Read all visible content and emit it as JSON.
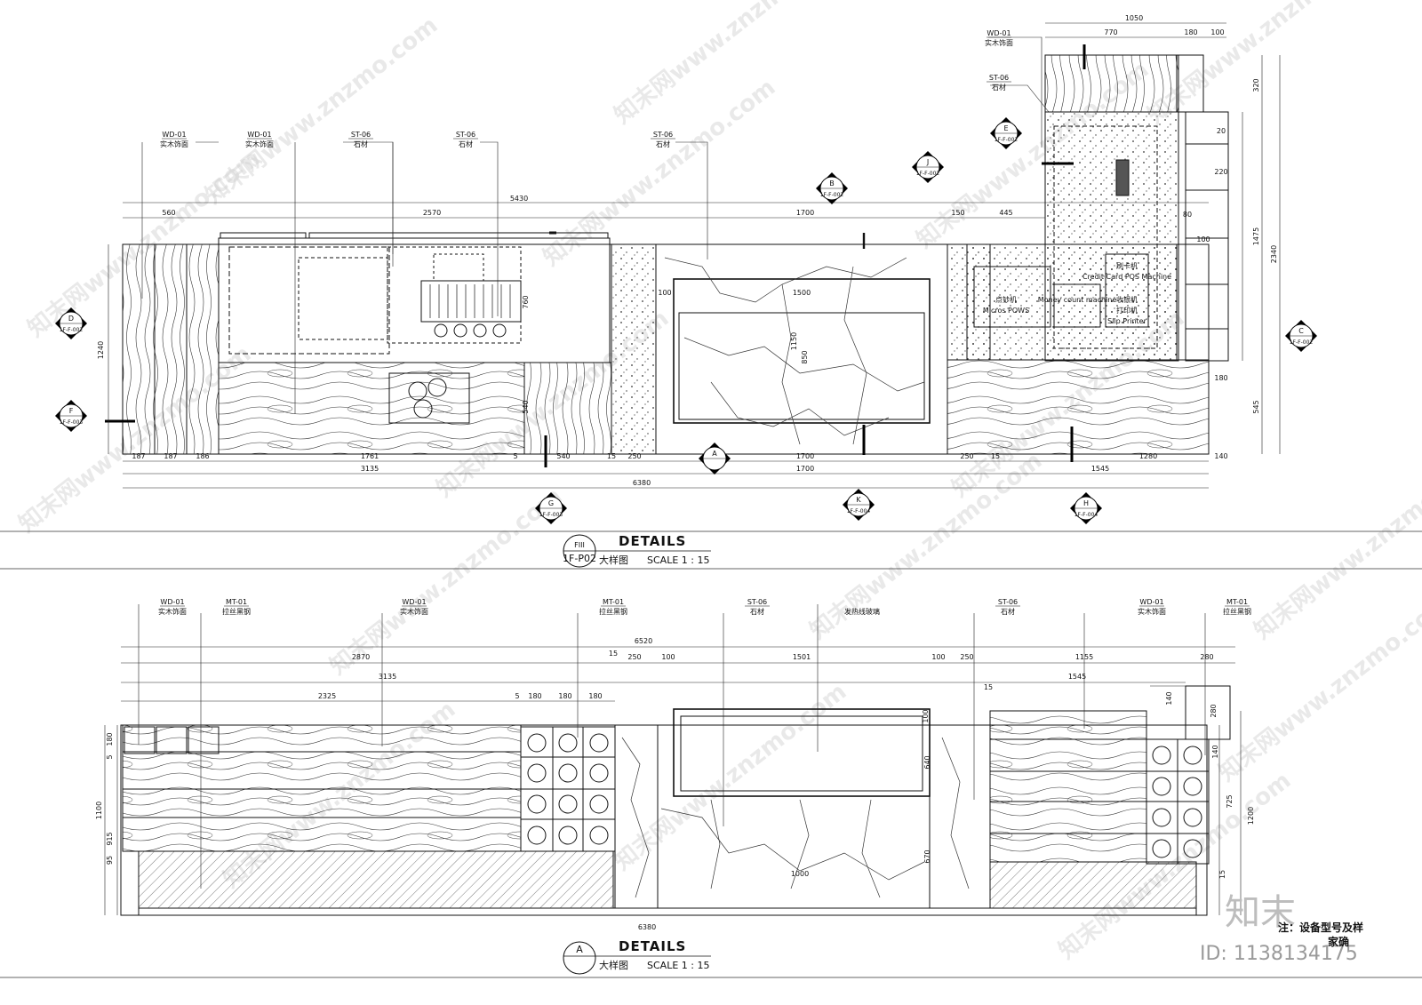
{
  "top": {
    "title": "DETAILS",
    "subtitle": "大样图",
    "scale": "SCALE 1 : 15",
    "ref_no": "FIII",
    "ref_sheet": "1F-P02",
    "tags": [
      {
        "code": "WD-01",
        "name": "实木饰面"
      },
      {
        "code": "WD-01",
        "name": "实木饰面"
      },
      {
        "code": "ST-06",
        "name": "石材"
      },
      {
        "code": "ST-06",
        "name": "石材"
      },
      {
        "code": "ST-06",
        "name": "石材"
      }
    ],
    "tags_right": [
      {
        "code": "WD-01",
        "name": "实木饰面"
      },
      {
        "code": "ST-06",
        "name": "石材"
      }
    ],
    "dims_top_row": [
      "560",
      "2570",
      "1700",
      "150",
      "445"
    ],
    "dim_overall_top": "5430",
    "dims_bottom_row": [
      "187",
      "187",
      "186",
      "1761",
      "5",
      "540",
      "15",
      "250",
      "1700",
      "250",
      "15",
      "1280",
      "140"
    ],
    "dims_bottom_mid": [
      "3135",
      "1700",
      "1545"
    ],
    "dim_overall_bottom": "6380",
    "dims_right_top": [
      "1050",
      "770",
      "180",
      "100"
    ],
    "dims_vertical_left": [
      "1240"
    ],
    "dims_vertical_right": [
      "320",
      "1475",
      "545",
      "2340"
    ],
    "dims_interior": [
      "100",
      "1500",
      "760",
      "1150",
      "850",
      "540",
      "20",
      "220",
      "80",
      "100",
      "180"
    ],
    "equipment": [
      "刷卡机",
      "Credit Card POS Machine",
      "点钞机",
      "Money count machine",
      "收银机",
      "Micros POWS",
      "打印机",
      "Slip Printer"
    ],
    "callouts": [
      {
        "letter": "D",
        "sheet": "1F-F-002"
      },
      {
        "letter": "F",
        "sheet": "1F-F-003"
      },
      {
        "letter": "B",
        "sheet": "1F-F-002"
      },
      {
        "letter": "J",
        "sheet": "1F-F-002"
      },
      {
        "letter": "E",
        "sheet": "1F-F-002"
      },
      {
        "letter": "C",
        "sheet": "1F-F-002"
      },
      {
        "letter": "G",
        "sheet": "1F-F-003"
      },
      {
        "letter": "K",
        "sheet": "1F-F-004"
      },
      {
        "letter": "H",
        "sheet": "1F-F-004"
      },
      {
        "letter": "A",
        "sheet": ""
      }
    ]
  },
  "bottom": {
    "title": "DETAILS",
    "subtitle": "大样图",
    "scale": "SCALE 1 : 15",
    "ref_no": "A",
    "tags": [
      {
        "code": "WD-01",
        "name": "实木饰面"
      },
      {
        "code": "MT-01",
        "name": "拉丝黑钢"
      },
      {
        "code": "WD-01",
        "name": "实木饰面"
      },
      {
        "code": "MT-01",
        "name": "拉丝黑钢"
      },
      {
        "code": "ST-06",
        "name": "石材"
      },
      {
        "code": "",
        "name": "发热线玻璃"
      },
      {
        "code": "ST-06",
        "name": "石材"
      },
      {
        "code": "WD-01",
        "name": "实木饰面"
      },
      {
        "code": "MT-01",
        "name": "拉丝黑钢"
      }
    ],
    "dim_overall_top": "6520",
    "dims_row1": [
      "2870",
      "15",
      "250",
      "100",
      "1501",
      "100",
      "250",
      "1155",
      "280"
    ],
    "dims_row2": [
      "3135",
      "1545"
    ],
    "dims_row3": [
      "2325",
      "5",
      "180",
      "180",
      "180",
      "15"
    ],
    "dims_vertical_left": [
      "180",
      "5",
      "1100",
      "915",
      "95"
    ],
    "dims_vertical_right": [
      "140",
      "280",
      "1200",
      "725",
      "140",
      "15"
    ],
    "dims_interior": [
      "100",
      "640",
      "670",
      "1000"
    ],
    "dim_overall_bottom": "6380"
  },
  "watermark": {
    "text": "知末网www.znzmo.com",
    "logo": "知末",
    "id": "ID: 1138134175",
    "note": "注：设备型号及样",
    "note2": "家确"
  }
}
